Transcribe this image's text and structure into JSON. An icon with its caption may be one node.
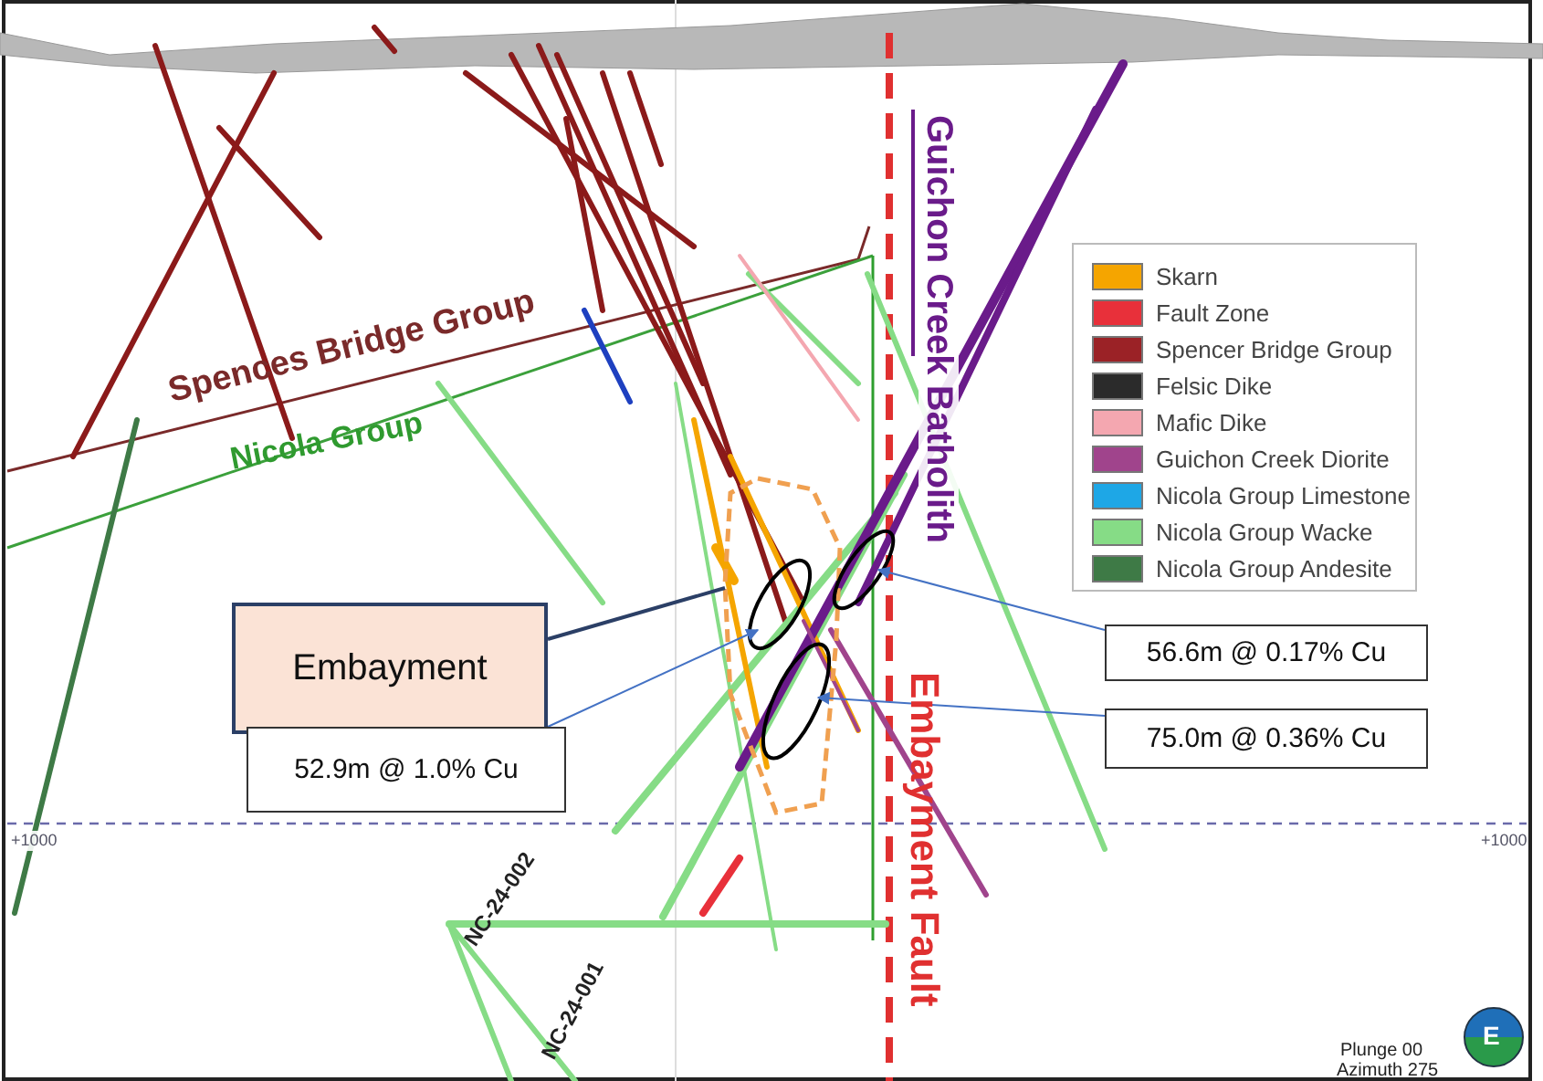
{
  "diagram": {
    "nodes": [
      {
        "text": [
          "Embayment"
        ]
      },
      {
        "text": [
          "52.9m @ 1.0% Cu"
        ]
      },
      {
        "text": [
          "56.6m @ 0.17% Cu"
        ]
      },
      {
        "text": [
          "75.0m @ 0.36% Cu"
        ]
      },
      {
        "text": [],
        "shape": "polygon"
      },
      {
        "text": [],
        "shape": "ellipse",
        "in": 4
      },
      {
        "text": [],
        "shape": "ellipse"
      },
      {
        "text": [],
        "shape": "ellipse",
        "in": 4
      }
    ],
    "edges": [
      {
        "from": 0,
        "to": 4,
        "arrow": "none",
        "color": "#2b3f66"
      },
      {
        "from": 1,
        "to": 5,
        "arrow": "to"
      },
      {
        "from": 2,
        "to": 6,
        "arrow": "to"
      },
      {
        "from": 3,
        "to": 7,
        "arrow": "to"
      }
    ],
    "labels": [
      "Spences Bridge Group",
      "Nicola Group",
      "Guichon Creek Batholith",
      "Embayment Fault",
      "+1000",
      "+1000",
      "NC-24-002",
      "NC-24-001",
      "Plunge 00",
      "Azimuth 275",
      "E"
    ],
    "legend": [
      {
        "text": "Skarn",
        "color": "#f5a500"
      },
      {
        "text": "Fault Zone",
        "color": "#e8303a"
      },
      {
        "text": "Spencer Bridge Group",
        "color": "#9b2226"
      },
      {
        "text": "Felsic Dike",
        "color": "#2b2b2b"
      },
      {
        "text": "Mafic Dike",
        "color": "#f4a7b0"
      },
      {
        "text": "Guichon Creek Diorite",
        "color": "#a0448c"
      },
      {
        "text": "Nicola Group Limestone",
        "color": "#1ea7e6"
      },
      {
        "text": "Nicola Group Wacke",
        "color": "#86dc86"
      },
      {
        "text": "Nicola Group Andesite",
        "color": "#3e7a46"
      }
    ]
  }
}
